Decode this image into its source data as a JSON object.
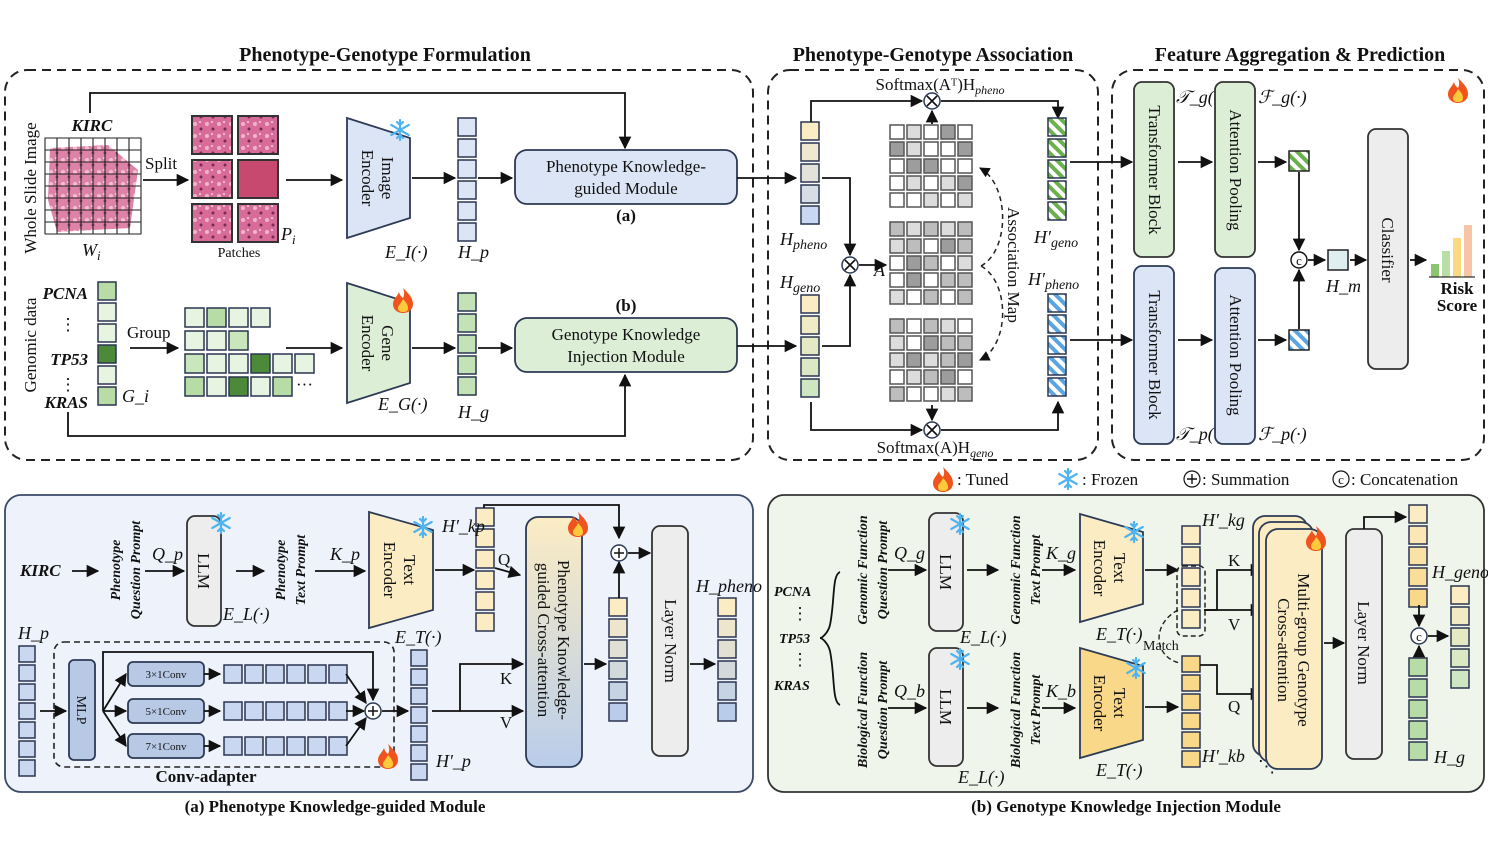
{
  "sections": {
    "formulation": "Phenotype-Genotype Formulation",
    "association": "Phenotype-Genotype Association",
    "aggregation": "Feature Aggregation & Prediction"
  },
  "formulation": {
    "wsi_axis_label": "Whole Slide Image",
    "cancer_label": "KIRC",
    "wsi_symbol": "W",
    "wsi_sub": "i",
    "split_label": "Split",
    "patches_label": "Patches",
    "patch_symbol": "P",
    "patch_sub": "i",
    "image_encoder": [
      "Image",
      "Encoder"
    ],
    "image_encoder_symbol": "E_I(·)",
    "hp_symbol": "H_p",
    "pheno_module": [
      "Phenotype Knowledge-",
      "guided Module"
    ],
    "pheno_module_tag": "(a)",
    "genomic_axis_label": "Genomic data",
    "genes": [
      "PCNA",
      "⋮",
      "TP53",
      "⋮",
      "KRAS"
    ],
    "gi_symbol": "G_i",
    "group_label": "Group",
    "ellipsis": "···",
    "gene_encoder": [
      "Gene",
      "Encoder"
    ],
    "gene_encoder_symbol": "E_G(·)",
    "hg_symbol": "H_g",
    "geno_module": [
      "Genotype Knowledge",
      "Injection Module"
    ],
    "geno_module_tag": "(b)"
  },
  "association": {
    "softmax_top": "Softmax(Aᵀ)H",
    "softmax_top_sub": "pheno",
    "softmax_bottom": "Softmax(A)H",
    "softmax_bottom_sub": "geno",
    "h_pheno": "H",
    "h_pheno_sub": "pheno",
    "h_geno": "H",
    "h_geno_sub": "geno",
    "a_symbol": "A",
    "association_map": "Association Map",
    "h_geno_prime": "H′",
    "h_geno_prime_sub": "geno",
    "h_pheno_prime": "H′",
    "h_pheno_prime_sub": "pheno",
    "matrix_top": [
      [
        0,
        1,
        0,
        3,
        0
      ],
      [
        3,
        1,
        0,
        0,
        3
      ],
      [
        0,
        3,
        3,
        0,
        0
      ],
      [
        0,
        1,
        0,
        1,
        3
      ],
      [
        0,
        0,
        1,
        0,
        1
      ]
    ],
    "matrix_mid": [
      [
        2,
        1,
        2,
        1,
        2
      ],
      [
        1,
        2,
        0,
        3,
        2
      ],
      [
        0,
        3,
        2,
        0,
        1
      ],
      [
        0,
        3,
        0,
        2,
        2
      ],
      [
        1,
        0,
        2,
        0,
        2
      ]
    ],
    "matrix_bot": [
      [
        2,
        0,
        2,
        1,
        0
      ],
      [
        1,
        0,
        3,
        2,
        2
      ],
      [
        1,
        3,
        1,
        2,
        3
      ],
      [
        0,
        1,
        2,
        3,
        0
      ],
      [
        2,
        0,
        0,
        1,
        2
      ]
    ]
  },
  "aggregation": {
    "transformer_block": "Transformer Block",
    "attention_pooling": "Attention Pooling",
    "tg_symbol": "𝒯_g(·)",
    "fg_symbol": "ℱ_g(·)",
    "tp_symbol": "𝒯_p(·)",
    "fp_symbol": "ℱ_p(·)",
    "hm_symbol": "H_m",
    "classifier": "Classifier",
    "risk_score": [
      "Risk",
      "Score"
    ],
    "concat_glyph": "c"
  },
  "legend": {
    "tuned": ": Tuned",
    "frozen": ": Frozen",
    "summation": ": Summation",
    "concatenation": ": Concatenation"
  },
  "panel_a": {
    "caption": "(a) Phenotype Knowledge-guided Module",
    "kirc": "KIRC",
    "question_prompt": [
      "Phenotype",
      "Question Prompt"
    ],
    "qp": "Q_p",
    "llm": "LLM",
    "el": "E_L(·)",
    "text_prompt": [
      "Phenotype",
      "Text Prompt"
    ],
    "kp": "K_p",
    "text_encoder": [
      "Text",
      "Encoder"
    ],
    "et": "E_T(·)",
    "hkp": "H′_kp",
    "q": "Q",
    "k": "K",
    "v": "V",
    "cross_attention": [
      "Phenotype Knowledge-",
      "guided Cross-attention"
    ],
    "layer_norm": "Layer Norm",
    "h_pheno": "H_pheno",
    "hp": "H_p",
    "hp_prime": "H′_p",
    "mlp": "MLP",
    "convs": [
      "3×1Conv",
      "5×1Conv",
      "7×1Conv"
    ],
    "conv_adapter": "Conv-adapter"
  },
  "panel_b": {
    "caption": "(b) Genotype Knowledge Injection Module",
    "genes": [
      "PCNA",
      "⋮",
      "TP53",
      "⋮",
      "KRAS"
    ],
    "genomic_question": [
      "Genomic Function",
      "Question Prompt"
    ],
    "biological_question": [
      "Biological Function",
      "Question Prompt"
    ],
    "qg": "Q_g",
    "qb": "Q_b",
    "llm": "LLM",
    "el": "E_L(·)",
    "genomic_text": [
      "Genomic Function",
      "Text Prompt"
    ],
    "biological_text": [
      "Biological Function",
      "Text Prompt"
    ],
    "kg": "K_g",
    "kb": "K_b",
    "text_encoder": [
      "Text",
      "Encoder"
    ],
    "et": "E_T(·)",
    "hkg": "H′_kg",
    "hkb": "H′_kb",
    "match": "Match",
    "k": "K",
    "v": "V",
    "q": "Q",
    "cross_attention": [
      "Multi-group Genotype",
      "Cross-attention"
    ],
    "layer_norm": "Layer Norm",
    "h_geno": "H_geno",
    "hg": "H_g",
    "concat_glyph": "c"
  },
  "colors": {
    "blue_fill": "#dbe5f5",
    "green_fill": "#dcefd6",
    "yellow_fill": "#fbecc4",
    "panel_a_bg": "#eef2fb",
    "panel_b_bg": "#f0f5ec",
    "gray_box": "#ededed"
  }
}
